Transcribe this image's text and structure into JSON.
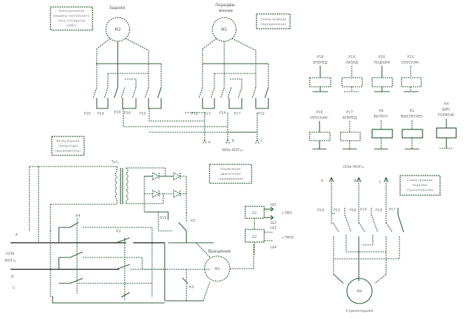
{
  "diagram": {
    "notes": [
      {
        "id": "note-dc-machine",
        "lines": [
          "Электрическая",
          "машина постоянного",
          "тока (генератор",
          "G/M2)"
        ]
      },
      {
        "id": "note-travel-drive",
        "lines": [
          "Схема привода",
          "передвижения"
        ]
      },
      {
        "id": "note-excitation",
        "lines": [
          "Возбуждение",
          "генератора",
          "(выпрямитель)"
        ]
      },
      {
        "id": "note-control",
        "lines": [
          "Управление",
          "двигателем",
          "передвижения"
        ]
      },
      {
        "id": "note-hoist-drive",
        "lines": [
          "Схема привода",
          "подъема",
          "стрелоподъема"
        ]
      }
    ],
    "motors": [
      {
        "id": "M2",
        "label": "М2",
        "title": "Задняя"
      },
      {
        "id": "M1",
        "label": "М1",
        "title_lines": [
          "Передви-",
          "жение"
        ]
      },
      {
        "id": "M3",
        "label": "М3",
        "title": "Вращение"
      },
      {
        "id": "M4",
        "label": "М4",
        "title": "Стрелоподъём"
      }
    ],
    "top_contacts": [
      "Р20",
      "Р19",
      "Р18",
      "Р16",
      "Р15",
      "Р12",
      "Р13",
      "Р14",
      "Р17",
      "Р10"
    ],
    "top_phases": [
      "А",
      "В",
      "С"
    ],
    "top_supply": "380в 400Гц",
    "relays": [
      {
        "id": "Р18",
        "name": "ВПЕРЕД"
      },
      {
        "id": "Р19",
        "name": "НАЗАД"
      },
      {
        "id": "Р20",
        "name": "ПОДЪЕМ"
      },
      {
        "id": "Р15",
        "name": "ОПУСКАН."
      },
      {
        "id": "Р16",
        "name": "ОПУСКАН."
      },
      {
        "id": "Р17",
        "name": "ВПЕРЕД"
      },
      {
        "id": "К6",
        "name": "ВКЛЮЧ."
      },
      {
        "id": "К1",
        "name": "ВЫКЛЮЧЕН."
      },
      {
        "id": "К4",
        "name_lines": [
          "ДИН.",
          "ТОРМОЖ."
        ]
      }
    ],
    "transformer": "Тр1",
    "left_supply_lines": [
      "220в",
      "400Гц"
    ],
    "left_phases": [
      "А",
      "В",
      "С"
    ],
    "left_contacts": {
      "k4": "К4",
      "k2": "К2",
      "kv1": "КV1",
      "k3": "К3",
      "k5": "К5"
    },
    "sensors": [
      {
        "id": "G1",
        "label": "G1",
        "out_top": "Ш1",
        "out_bottom": "Ш2",
        "signal": "с.ПВЗ"
      },
      {
        "id": "G2",
        "label": "G2",
        "out_top": "Ш3",
        "out_bottom": "Ш4",
        "signal": "с.ПВЗС"
      }
    ],
    "hoist_supply": "220в 400Гц",
    "hoist_phases": [
      "А",
      "В",
      "С"
    ],
    "hoist_contacts": [
      "Р14",
      "Р15",
      "Р16",
      "Р15",
      "Р16",
      "Р17"
    ]
  }
}
